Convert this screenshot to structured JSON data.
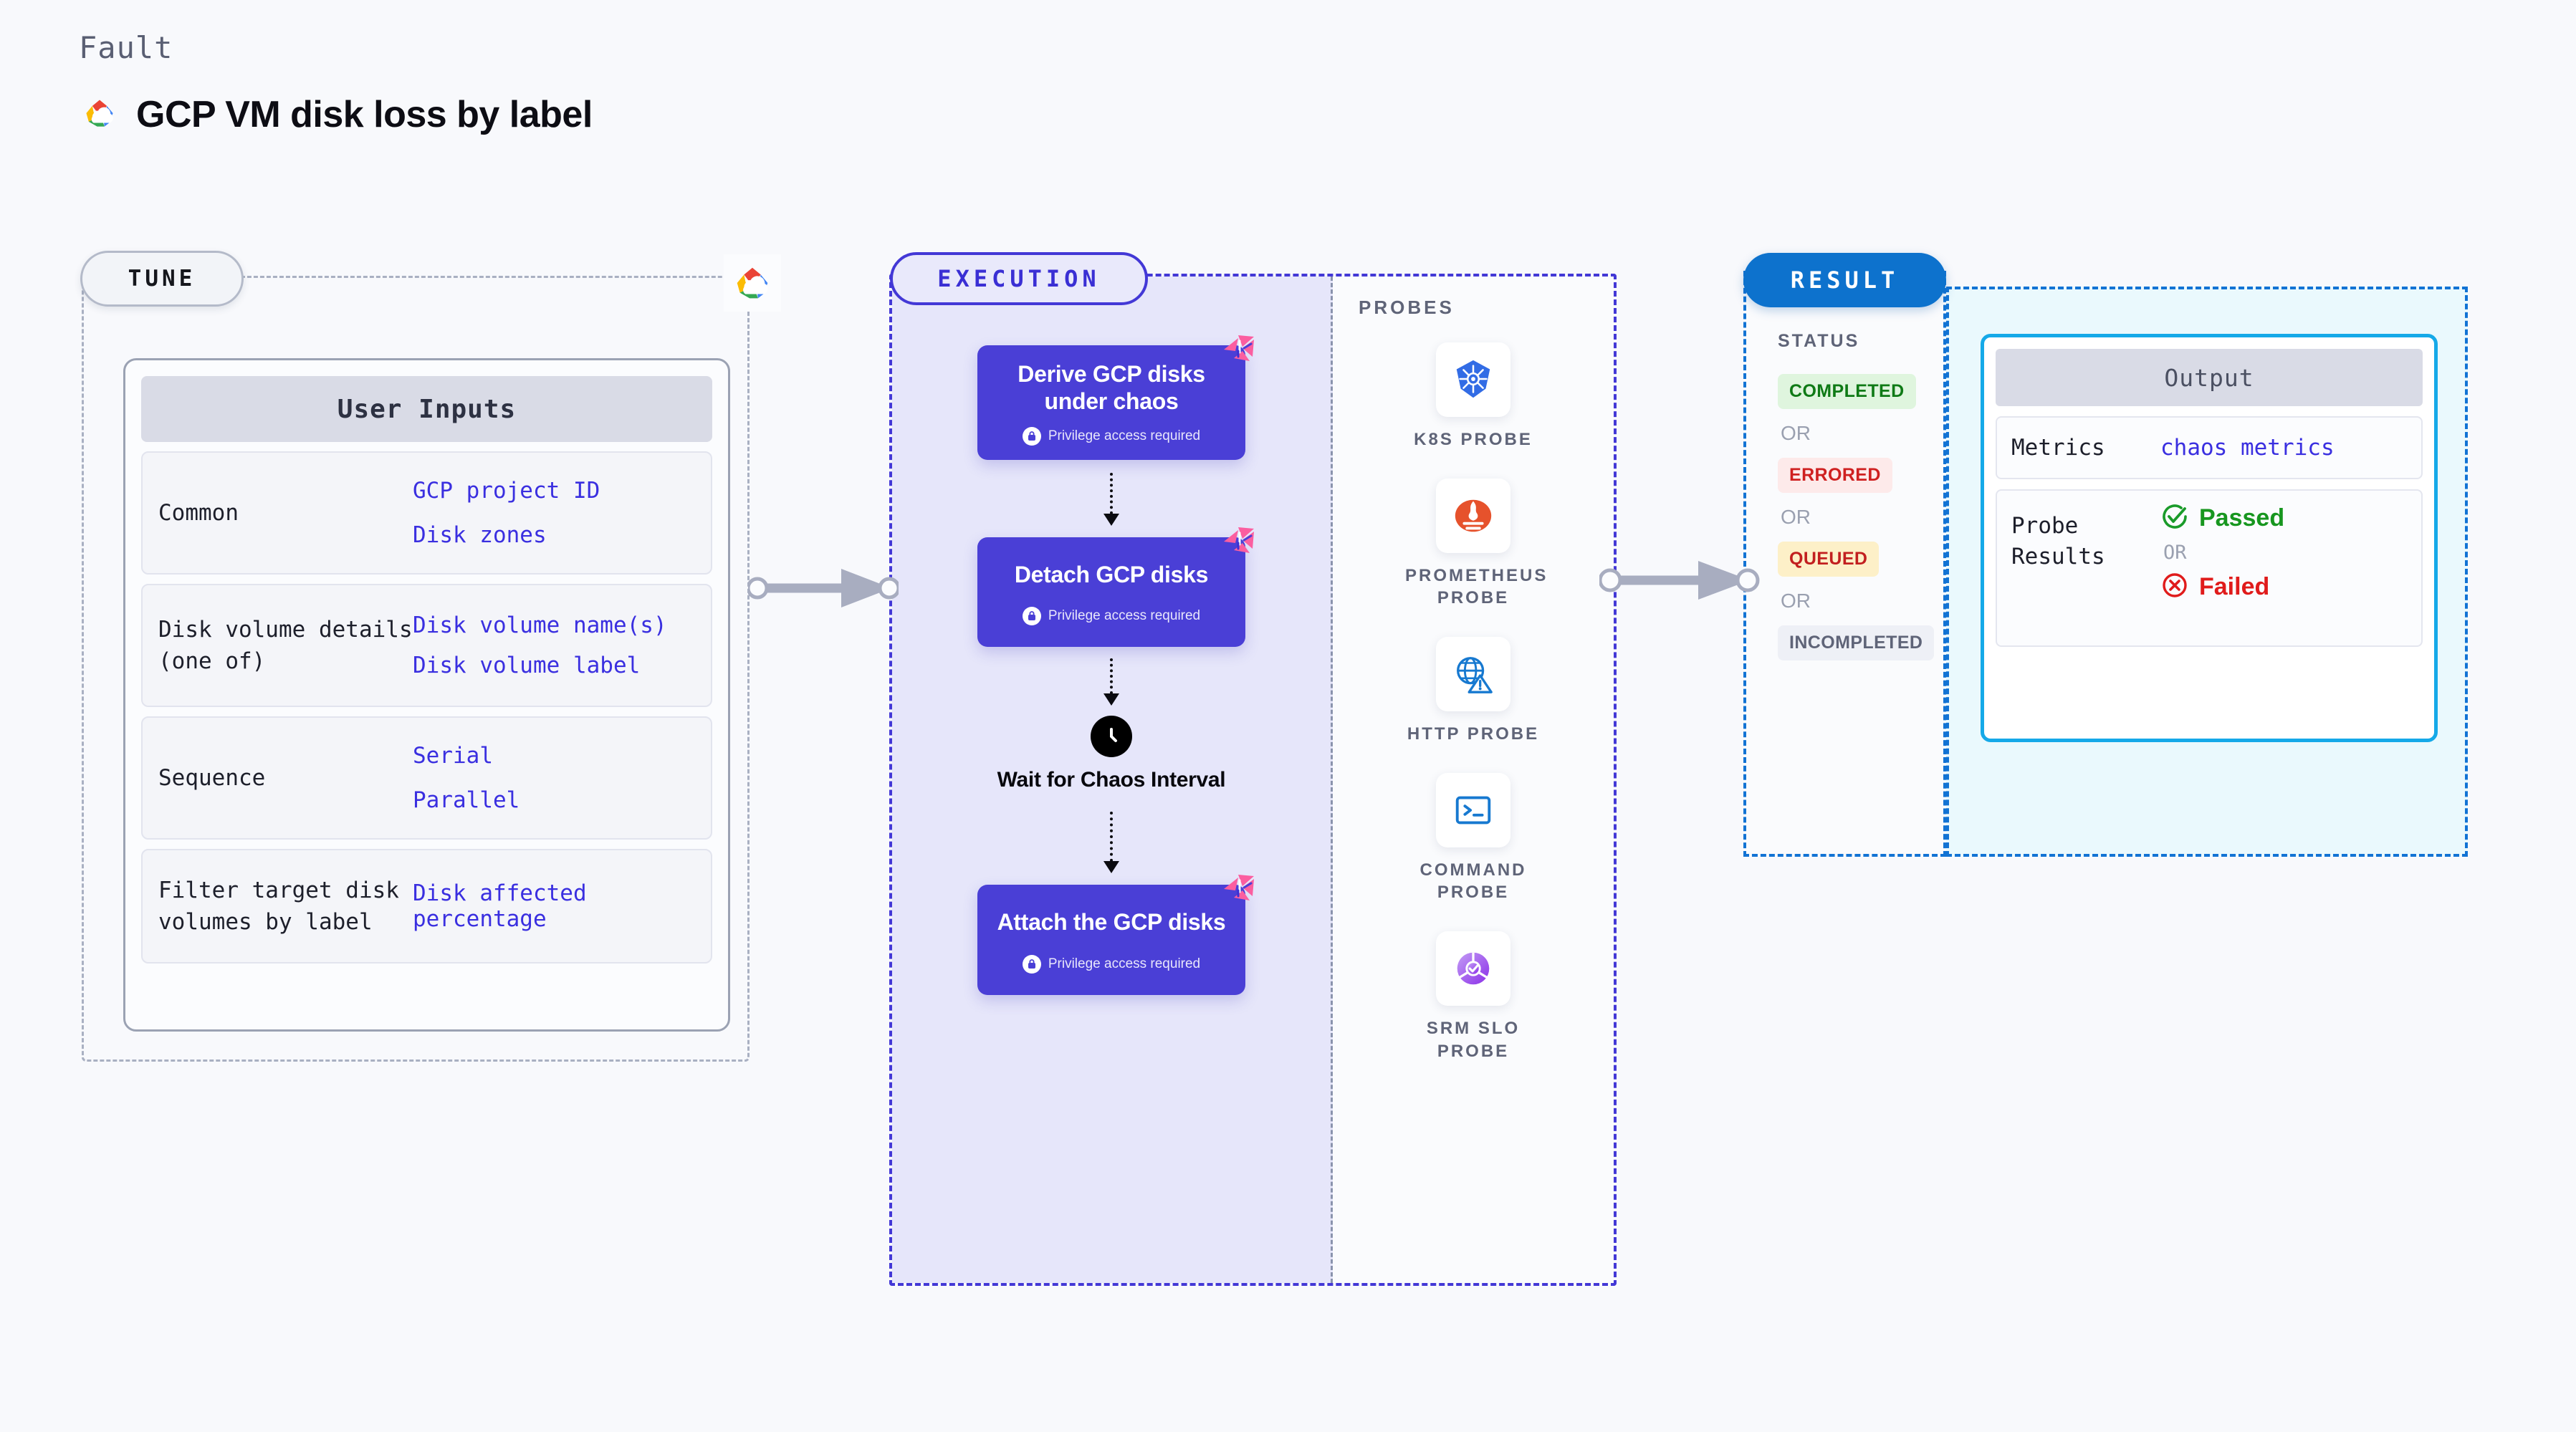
{
  "header": {
    "kicker": "Fault",
    "title": "GCP VM disk loss by label",
    "logo_icon": "gcp-logo-icon"
  },
  "tune": {
    "badge": "TUNE",
    "logo_icon": "gcp-logo-icon",
    "card_title": "User Inputs",
    "rows": [
      {
        "key": "Common",
        "values": [
          "GCP project ID",
          "Disk zones"
        ]
      },
      {
        "key": "Disk volume details (one of)",
        "values": [
          "Disk volume name(s)",
          "Disk volume label"
        ]
      },
      {
        "key": "Sequence",
        "values": [
          "Serial",
          "Parallel"
        ]
      },
      {
        "key": "Filter target disk volumes by label",
        "values": [
          "Disk affected percentage"
        ]
      }
    ]
  },
  "execution": {
    "badge": "EXECUTION",
    "privilege_label": "Privilege access required",
    "steps": [
      {
        "type": "box",
        "title": "Derive GCP disks under chaos",
        "privileged": true,
        "ribbon_icon": "chaos-ribbon-icon",
        "lock_icon": "lock-icon"
      },
      {
        "type": "box",
        "title": "Detach GCP disks",
        "privileged": true,
        "ribbon_icon": "chaos-ribbon-icon",
        "lock_icon": "lock-icon"
      },
      {
        "type": "wait",
        "title": "Wait for Chaos Interval",
        "icon": "clock-icon"
      },
      {
        "type": "box",
        "title": "Attach the GCP disks",
        "privileged": true,
        "ribbon_icon": "chaos-ribbon-icon",
        "lock_icon": "lock-icon"
      }
    ],
    "probes_title": "PROBES",
    "probes": [
      {
        "label": "K8S PROBE",
        "icon": "kubernetes-icon"
      },
      {
        "label": "PROMETHEUS PROBE",
        "icon": "prometheus-icon"
      },
      {
        "label": "HTTP PROBE",
        "icon": "globe-warning-icon"
      },
      {
        "label": "COMMAND PROBE",
        "icon": "terminal-icon"
      },
      {
        "label": "SRM SLO PROBE",
        "icon": "srm-slo-icon"
      }
    ]
  },
  "result": {
    "badge": "RESULT",
    "status_title": "STATUS",
    "or_label": "OR",
    "statuses": [
      {
        "label": "COMPLETED",
        "bg": "#dff5de",
        "fg": "#0f7a16"
      },
      {
        "label": "ERRORED",
        "bg": "#fdeaea",
        "fg": "#cf2020"
      },
      {
        "label": "QUEUED",
        "bg": "#fdf0c8",
        "fg": "#c21f1f"
      },
      {
        "label": "INCOMPLETED",
        "bg": "#eef0f6",
        "fg": "#5f6478"
      }
    ],
    "output": {
      "title": "Output",
      "metrics_key": "Metrics",
      "metrics_value": "chaos metrics",
      "probe_results_key": "Probe Results",
      "passed_label": "Passed",
      "failed_label": "Failed",
      "or_label": "OR",
      "passed_icon": "check-circle-icon",
      "failed_icon": "x-circle-icon"
    }
  },
  "colors": {
    "page_bg": "#f8f9fc",
    "tune_dash": "#a9b0c2",
    "exec_dash": "#4338d6",
    "exec_fill": "#e6e6fa",
    "result_dash": "#1273d4",
    "result_badge": "#0d72cd",
    "output_border": "#15a9e8",
    "step_fill": "#4a3fd6",
    "accent_link": "#3a2fe0",
    "ribbon_pink": "#fb5ea0",
    "arrow_gray": "#a8adc0"
  }
}
